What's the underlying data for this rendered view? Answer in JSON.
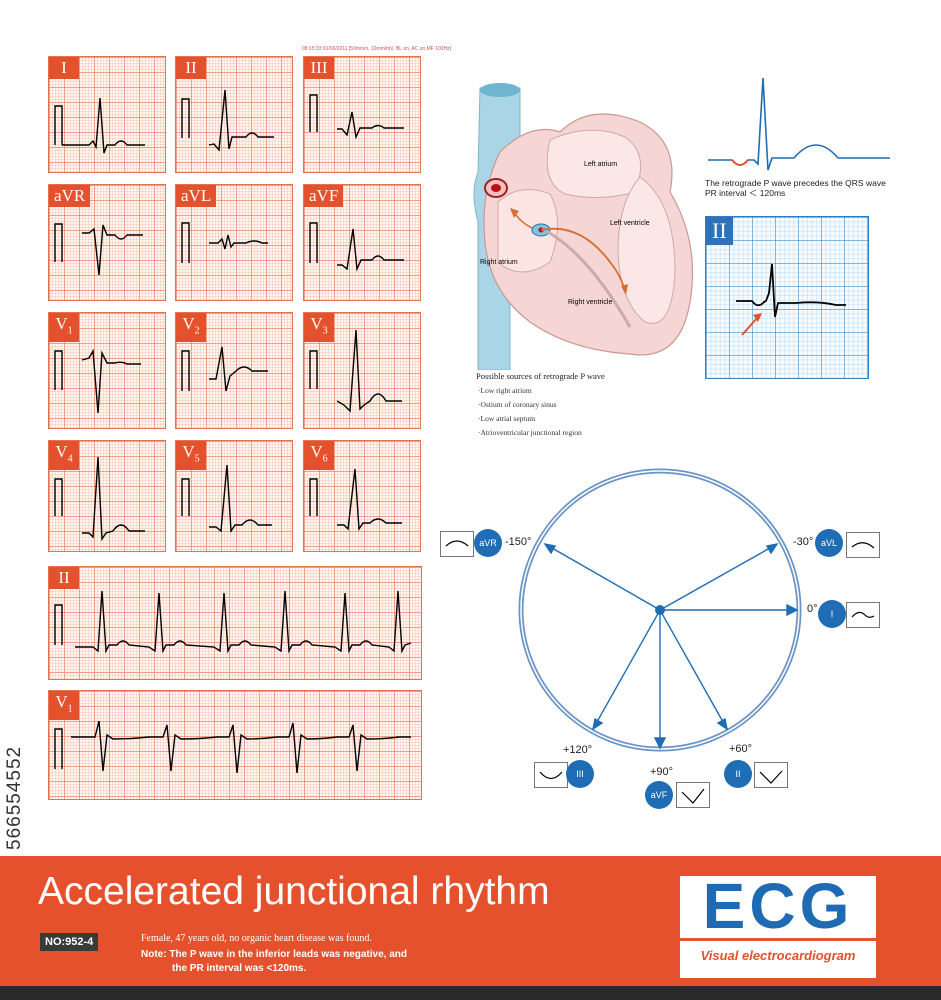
{
  "timestamp": "08:15:33 01/06/2011 [50mm/s, 10mm/mV, BL on, AC on,MF 100Hz]",
  "leads": {
    "I": "I",
    "II": "II",
    "III": "III",
    "aVR": "aVR",
    "aVL": "aVL",
    "aVF": "aVF",
    "V1_main": "V",
    "V1_sub": "1",
    "V2_main": "V",
    "V2_sub": "2",
    "V3_main": "V",
    "V3_sub": "3",
    "V4_main": "V",
    "V4_sub": "4",
    "V5_main": "V",
    "V5_sub": "5",
    "V6_main": "V",
    "V6_sub": "6",
    "long_II": "II",
    "long_V1_main": "V",
    "long_V1_sub": "1"
  },
  "heart": {
    "left_atrium": "Left atrium",
    "left_ventricle": "Left ventricle",
    "right_atrium": "Right atrium",
    "right_ventricle": "Right ventricle",
    "sources_title": "Possible sources of retrograde P wave",
    "sources": [
      "·Low right atrium",
      "·Ostium of coronary sinus",
      "·Low atrial septum",
      "·Atrioventricular junctional region"
    ]
  },
  "retrograde": {
    "line1": "The retrograde P wave precedes the QRS wave",
    "line2": "PR interval ＜ 120ms",
    "lead_label": "II"
  },
  "axis": {
    "aVR": {
      "label": "aVR",
      "deg": "-150°"
    },
    "aVL": {
      "label": "aVL",
      "deg": "-30°"
    },
    "I": {
      "label": "I",
      "deg": "0°"
    },
    "III": {
      "label": "III",
      "deg": "+120°"
    },
    "aVF": {
      "label": "aVF",
      "deg": "+90°"
    },
    "II": {
      "label": "II",
      "deg": "+60°"
    }
  },
  "footer": {
    "title": "Accelerated junctional rhythm",
    "number": "NO:952-4",
    "desc": "Female, 47 years old, no organic heart disease was found.",
    "note1": "Note: The P wave in the inferior leads was negative, and",
    "note2": "the PR interval was <120ms.",
    "logo": "ECG",
    "logo_sub": "Visual electrocardiogram"
  },
  "watermark_id": "566554552",
  "colors": {
    "accent": "#e5512d",
    "blue": "#1f6db4"
  }
}
